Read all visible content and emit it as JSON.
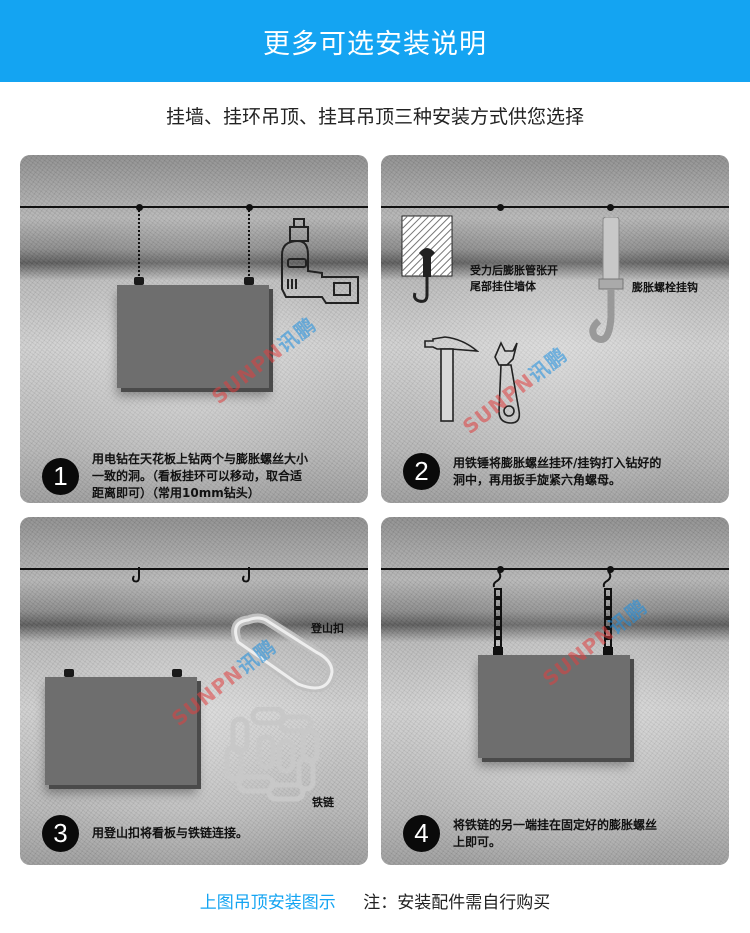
{
  "header": {
    "title": "更多可选安装说明",
    "background": "#14a4f2"
  },
  "subtitle": "挂墙、挂环吊顶、挂耳吊顶三种安装方式供您选择",
  "panels": [
    {
      "step_number": "1",
      "step_text_lines": [
        "用电钻在天花板上钻两个与膨胀螺丝大小",
        "一致的洞。（看板挂环可以移动，取合适",
        "距离即可）（常用10mm钻头）"
      ],
      "icons": [
        "drill-icon",
        "sign-board"
      ]
    },
    {
      "step_number": "2",
      "step_text_lines": [
        "用铁锤将膨胀螺丝挂环/挂钩打入钻好的",
        "洞中，再用扳手旋紧六角螺母。"
      ],
      "labels": {
        "anchor_desc_line1": "受力后膨胀管张开",
        "anchor_desc_line2": "尾部挂住墙体",
        "bolt_hook": "膨胀螺栓挂钩"
      },
      "icons": [
        "wall-anchor-icon",
        "expansion-bolt-hook",
        "hammer-icon",
        "wrench-icon"
      ]
    },
    {
      "step_number": "3",
      "step_text_lines": [
        "用登山扣将看板与铁链连接。"
      ],
      "labels": {
        "carabiner": "登山扣",
        "chain": "铁链"
      },
      "icons": [
        "hook-icon",
        "carabiner-icon",
        "chain-icon",
        "sign-board"
      ]
    },
    {
      "step_number": "4",
      "step_text_lines": [
        "将铁链的另一端挂在固定好的膨胀螺丝",
        "上即可。"
      ],
      "icons": [
        "hook-icon",
        "chain-icon",
        "sign-board"
      ]
    }
  ],
  "watermark": {
    "latin": "SUNPN",
    "chinese": "讯鹏"
  },
  "footer": {
    "caption": "上图吊顶安装图示",
    "note": "注：安装配件需自行购买",
    "caption_color": "#14a4f2"
  }
}
